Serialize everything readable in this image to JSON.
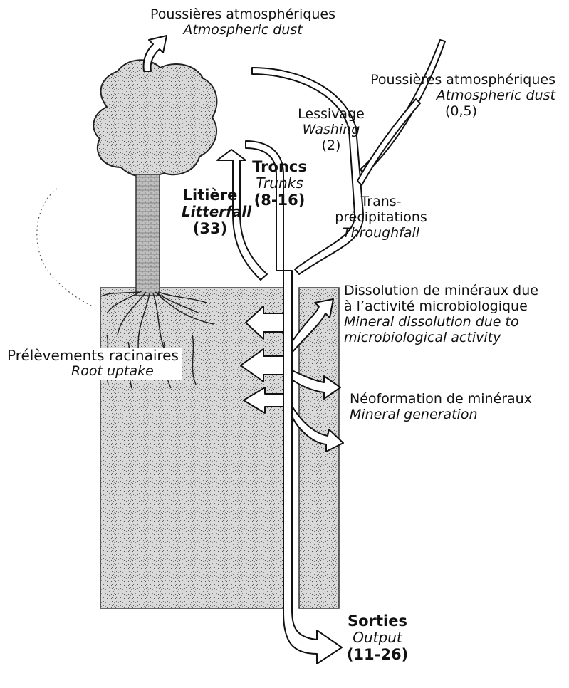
{
  "labels": {
    "top_dust_fr": "Poussières atmosphériques",
    "top_dust_en": "Atmospheric dust",
    "right_dust_fr": "Poussières atmosphériques",
    "right_dust_en": "Atmospheric dust",
    "right_dust_val": "(0,5)",
    "washing_fr": "Lessivage",
    "washing_en": "Washing",
    "washing_val": "(2)",
    "trunks_fr": "Troncs",
    "trunks_en": "Trunks",
    "trunks_val": "(8-16)",
    "litter_fr": "Litière",
    "litter_en": "Litterfall",
    "litter_val": "(33)",
    "through_fr_1": "Trans-",
    "through_fr_2": "précipitations",
    "through_en": "Throughfall",
    "dissolution_fr_1": "Dissolution de minéraux due",
    "dissolution_fr_2": "à l’activité microbiologique",
    "dissolution_en_1": "Mineral dissolution due to",
    "dissolution_en_2": "microbiological activity",
    "root_fr": "Prélèvements racinaires",
    "root_en": "Root uptake",
    "neo_fr": "Néoformation de minéraux",
    "neo_en": "Mineral generation",
    "out_fr": "Sorties",
    "out_en": "Output",
    "out_val": "(11-26)"
  }
}
